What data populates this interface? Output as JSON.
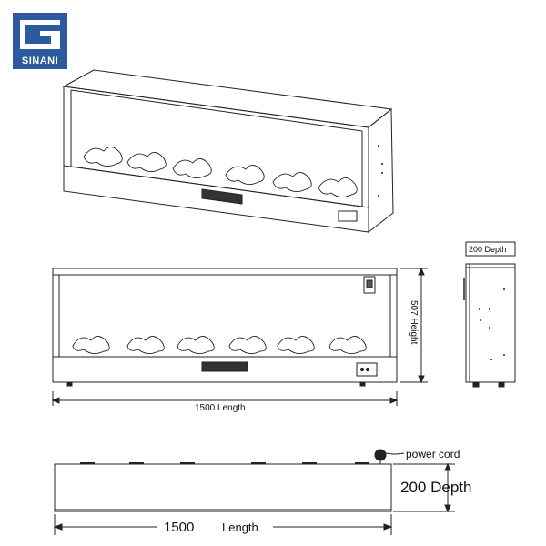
{
  "brand": {
    "logo_text": "SINANI",
    "logo_color": "#2d5a9e"
  },
  "front_view": {
    "length_label": "1500 Length",
    "height_label": "507 Height"
  },
  "side_view": {
    "depth_label": "200  Depth"
  },
  "top_view": {
    "power_cord_label": "power cord",
    "depth_label": "200  Depth",
    "length_value": "1500",
    "length_word": "Length"
  }
}
